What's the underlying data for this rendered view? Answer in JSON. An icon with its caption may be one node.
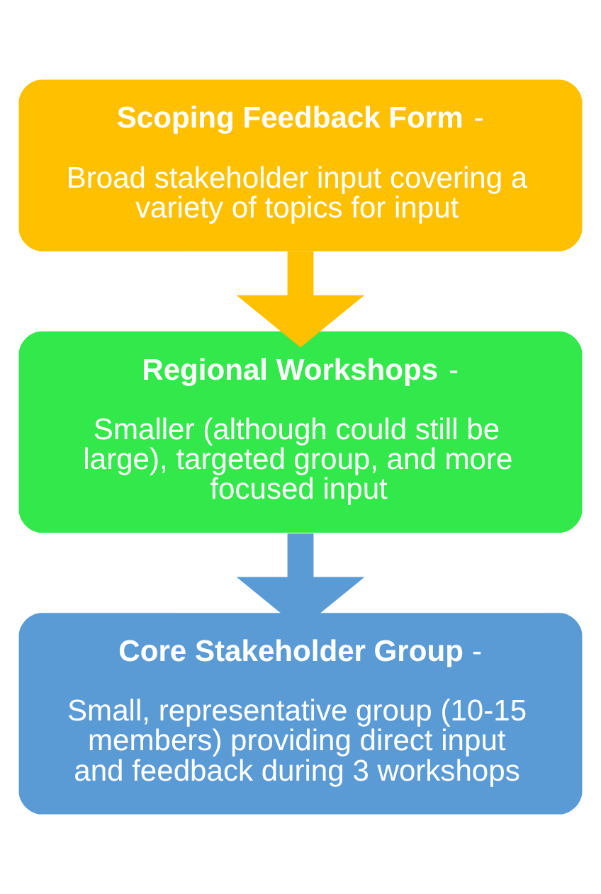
{
  "diagram": {
    "nodes": [
      {
        "text": [
          "**Scoping Feedback Form** -",
          "Broad stakeholder input covering a variety of topics for input"
        ]
      },
      {
        "text": [
          "**Regional Workshops** -",
          "Smaller (although could still be large), targeted group, and more focused input"
        ]
      },
      {
        "text": [
          "**Core Stakeholder Group** -",
          "Small, representative group (10-15 members) providing direct input and feedback during 3 workshops"
        ]
      }
    ],
    "edges": [
      {
        "from": 0,
        "to": 1,
        "arrow": "to",
        "color": "#ffc000"
      },
      {
        "from": 1,
        "to": 2,
        "arrow": "to",
        "color": "#5b9bd5"
      }
    ]
  }
}
